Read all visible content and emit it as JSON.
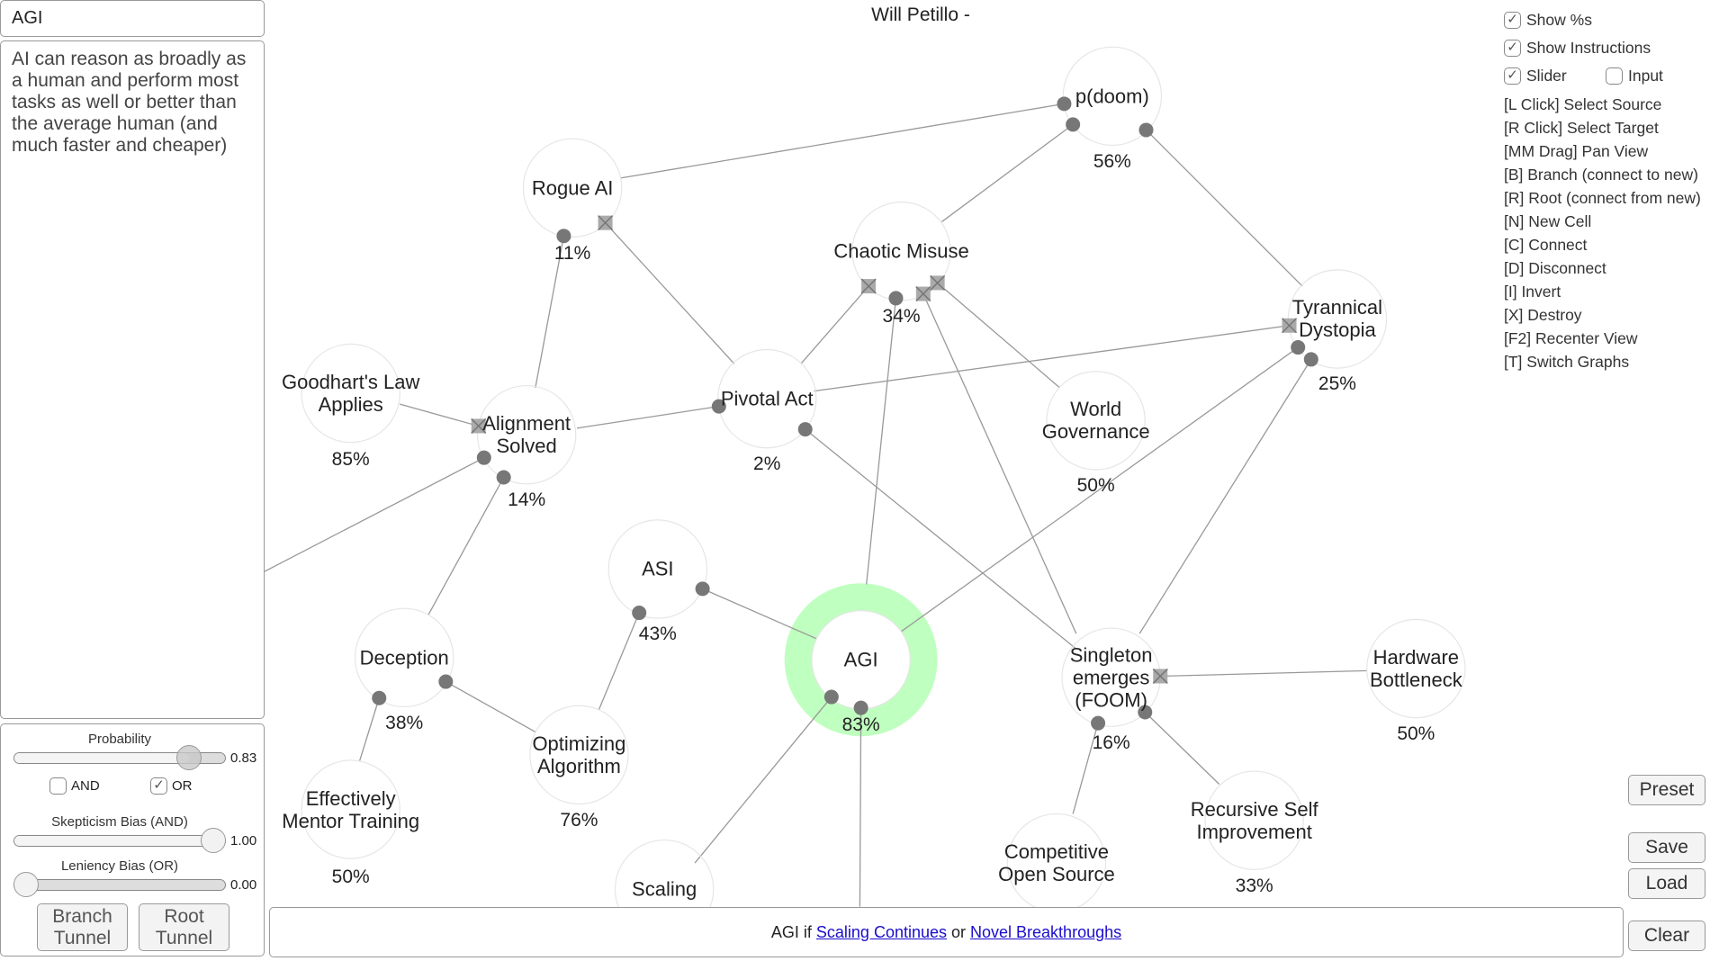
{
  "header": {
    "title": "Will Petillo -"
  },
  "selected_cell": {
    "title": "AGI",
    "description": "AI can reason as broadly as a human and perform most tasks as well or better than the average human (and much faster and cheaper)"
  },
  "controls": {
    "probability_label": "Probability",
    "probability_value": "0.83",
    "probability": 0.83,
    "and_label": "AND",
    "and_checked": false,
    "or_label": "OR",
    "or_checked": true,
    "skepticism_label": "Skepticism Bias (AND)",
    "skepticism_value": "1.00",
    "skepticism": 1.0,
    "leniency_label": "Leniency Bias (OR)",
    "leniency_value": "0.00",
    "leniency": 0.0,
    "branch_tunnel": "Branch Tunnel",
    "root_tunnel": "Root Tunnel"
  },
  "options": {
    "show_pcts": "Show %s",
    "show_instructions": "Show Instructions",
    "slider": "Slider",
    "input": "Input"
  },
  "instructions": [
    "[L Click] Select Source",
    "[R Click] Select Target",
    "[MM Drag] Pan View",
    "[B] Branch (connect to new)",
    "[R] Root (connect from new)",
    "[N] New Cell",
    "[C] Connect",
    "[D] Disconnect",
    "[I] Invert",
    "[X] Destroy",
    "[F2] Recenter View",
    "[T] Switch Graphs"
  ],
  "nodes": [
    {
      "label": "p(doom)",
      "pct": "56%"
    },
    {
      "label": "Rogue AI",
      "pct": "11%"
    },
    {
      "label": "Chaotic Misuse",
      "pct": "34%"
    },
    {
      "label": "Tyrannical\nDystopia",
      "pct": "25%"
    },
    {
      "label": "Goodhart's Law\nApplies",
      "pct": "85%"
    },
    {
      "label": "Alignment\nSolved",
      "pct": "14%"
    },
    {
      "label": "Pivotal Act",
      "pct": "2%"
    },
    {
      "label": "World\nGovernance",
      "pct": "50%"
    },
    {
      "label": "ASI",
      "pct": "43%"
    },
    {
      "label": "AGI",
      "pct": "83%"
    },
    {
      "label": "Singleton\nemerges\n(FOOM)",
      "pct": "16%"
    },
    {
      "label": "Hardware\nBottleneck",
      "pct": "50%"
    },
    {
      "label": "Deception",
      "pct": "38%"
    },
    {
      "label": "Optimizing\nAlgorithm",
      "pct": "76%"
    },
    {
      "label": "Recursive Self\nImprovement",
      "pct": "33%"
    },
    {
      "label": "Competitive\nOpen Source",
      "pct": ""
    },
    {
      "label": "Scaling",
      "pct": ""
    },
    {
      "label": "Effectively\nMentor Training",
      "pct": "50%"
    }
  ],
  "bottom_bar": {
    "prefix": "AGI if",
    "link1": "Scaling Continues",
    "joiner": "or",
    "link2": "Novel Breakthroughs"
  },
  "buttons": {
    "preset": "Preset",
    "save": "Save",
    "load": "Load",
    "clear": "Clear"
  },
  "colors": {
    "selected_ring": "#bfffbf",
    "link": "#1a0dcc"
  }
}
